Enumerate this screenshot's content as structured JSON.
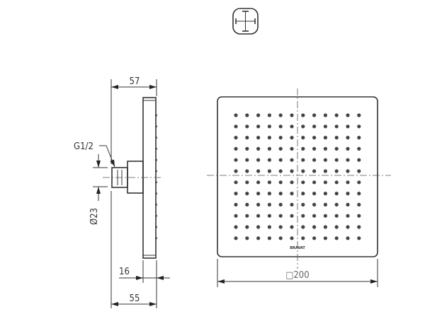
{
  "symbol": {
    "icon": "crosshair-square-icon"
  },
  "side_view": {
    "dim_total_depth": "57",
    "dim_thread": "G1/2",
    "dim_diameter": "Ø23",
    "dim_plate": "16",
    "dim_depth": "55"
  },
  "front_view": {
    "dim_size": "□200",
    "logo_text": "BRAVAT",
    "nozzle_rows": 12,
    "nozzle_cols": 12
  },
  "colors": {
    "line": "#333333",
    "nozzle": "#444444"
  }
}
